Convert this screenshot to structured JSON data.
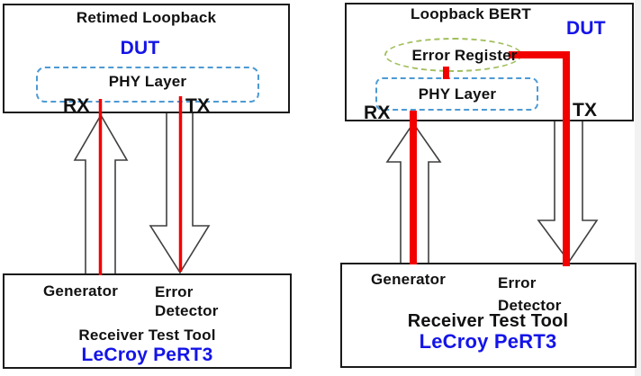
{
  "colors": {
    "accent_blue": "#1414e8",
    "signal_red": "#f20000",
    "phy_dash_blue": "#4d9ad4",
    "register_dash_green": "#a2bf5e",
    "arrow_outline_gray": "#3f3f3f",
    "box_border_black": "#1a1a1a",
    "text_black": "#111111"
  },
  "left_diagram": {
    "title": "Retimed Loopback",
    "dut_label": "DUT",
    "phy_layer_label": "PHY Layer",
    "rx_label": "RX",
    "tx_label": "TX",
    "generator_label": "Generator",
    "error_detector_label": "Error Detector",
    "tool_label": "Receiver Test Tool",
    "brand_label": "LeCroy PeRT3"
  },
  "right_diagram": {
    "title": "Loopback BERT",
    "dut_label": "DUT",
    "error_register_label": "Error Register",
    "phy_layer_label": "PHY Layer",
    "rx_label": "RX",
    "tx_label": "TX",
    "generator_label": "Generator",
    "error_detector_label": "Error Detector",
    "tool_label": "Receiver Test Tool",
    "brand_label": "LeCroy PeRT3"
  }
}
